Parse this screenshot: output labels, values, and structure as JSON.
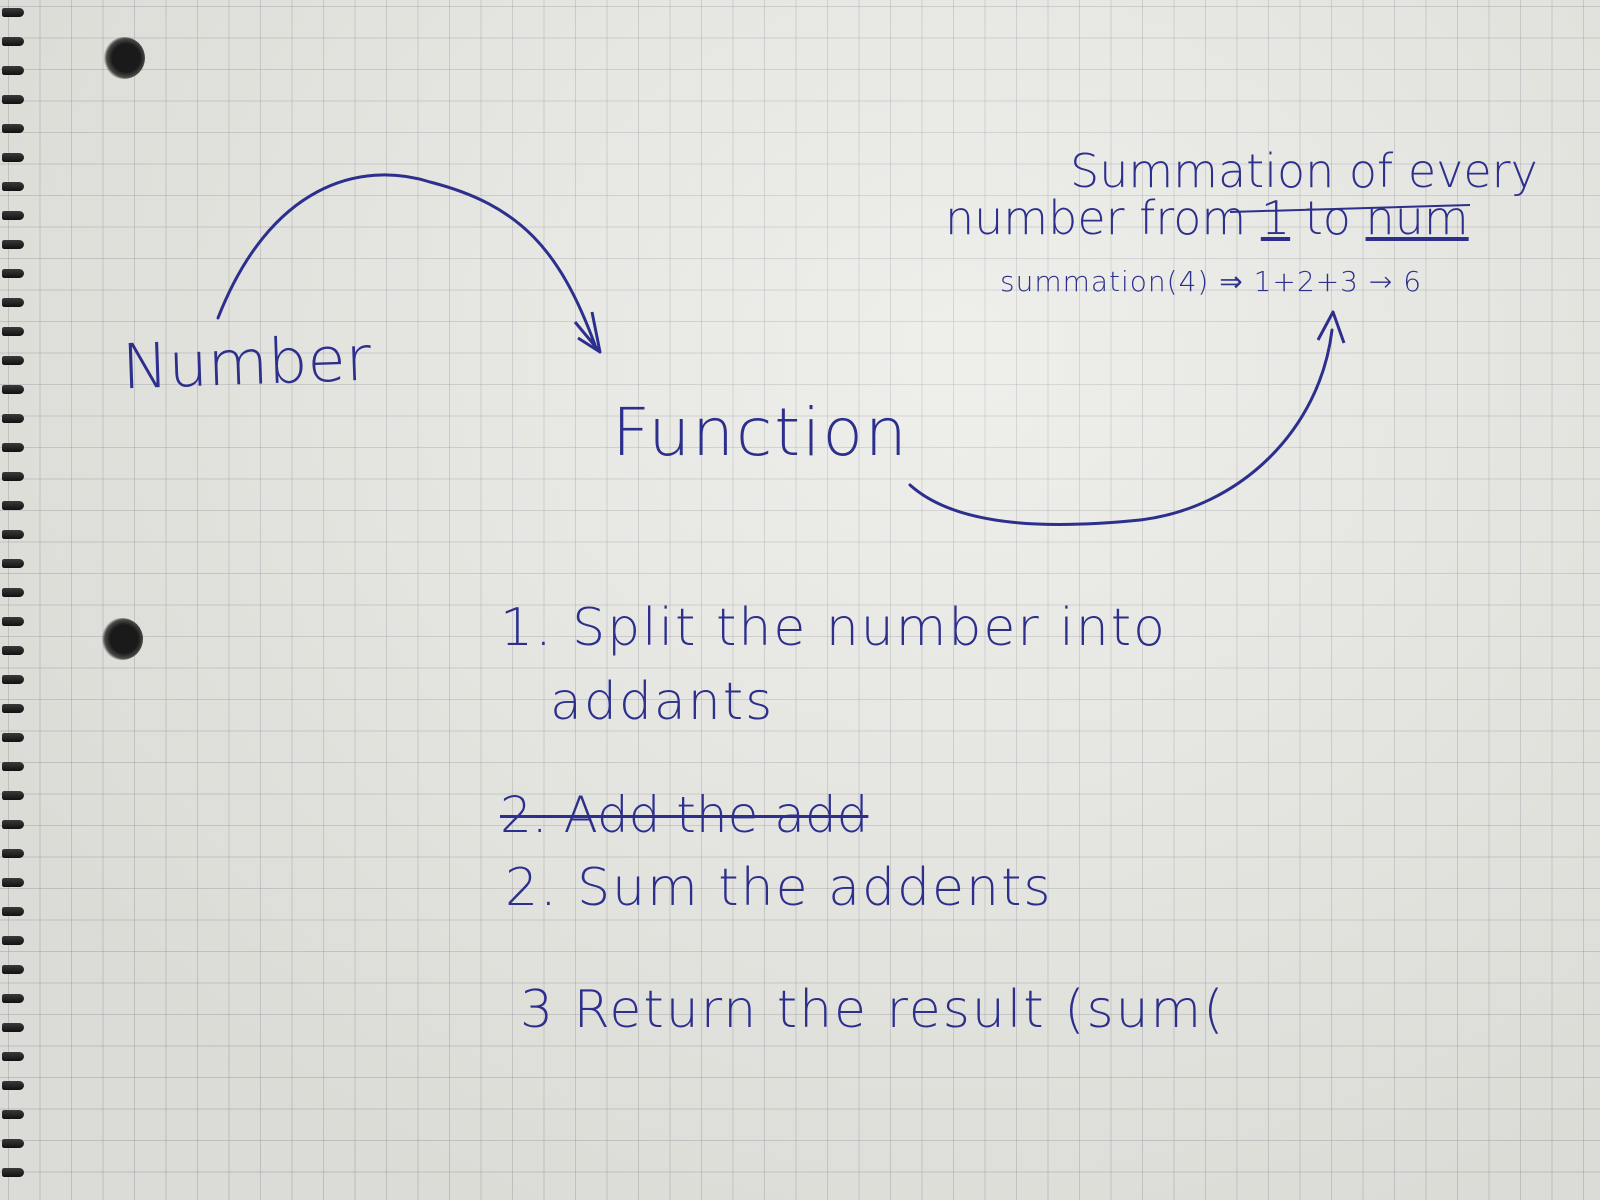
{
  "diagram": {
    "input_label": "Number",
    "function_label": "Function",
    "description": {
      "line1": "Summation of every",
      "line2_pre": "number from ",
      "line2_one": "1",
      "line2_mid": " to ",
      "line2_num": "num"
    },
    "example": "summation(4) ⇒ 1+2+3 → 6"
  },
  "steps": {
    "step1_line1": "1. Split the number into",
    "step1_line2": "addants",
    "step2_struck": "2. Add the add",
    "step2": "2. Sum the addents",
    "step3": "3 Return the result (sum("
  },
  "colors": {
    "ink": "#2c2f8c",
    "paper": "#e9e9e4",
    "grid": "#a8acb0"
  }
}
